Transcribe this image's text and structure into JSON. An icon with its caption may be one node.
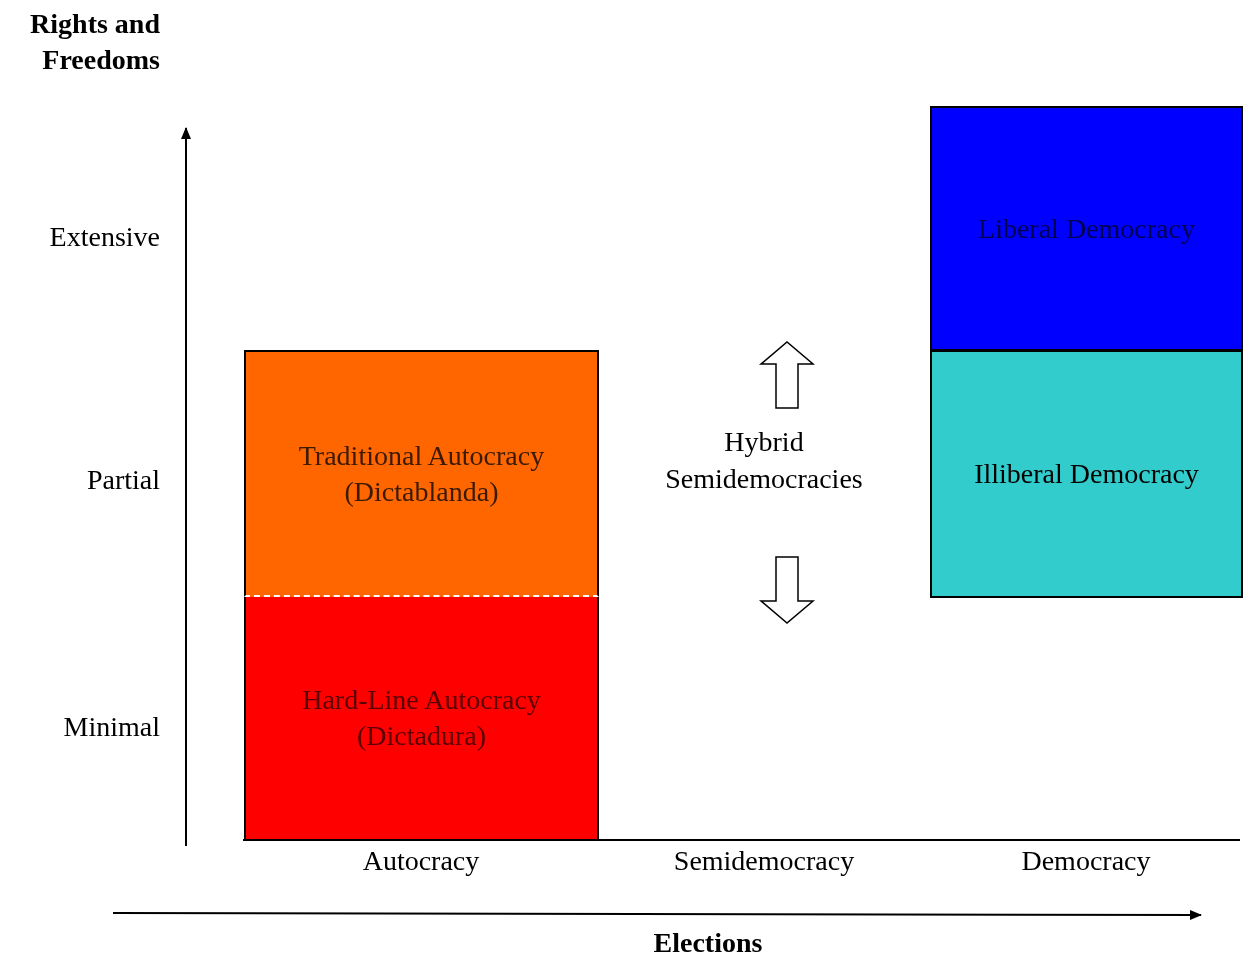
{
  "diagram": {
    "nodes": [
      {
        "text": [
          "Traditional Autocracy (Dictablanda)"
        ]
      },
      {
        "text": [
          "Hard-Line Autocracy (Dictadura)"
        ]
      },
      {
        "text": [
          "Liberal Democracy"
        ]
      },
      {
        "text": [
          "Illiberal Democracy"
        ]
      }
    ],
    "edges": [],
    "labels": [
      "Rights and Freedoms",
      "Extensive",
      "Hybrid Semidemocracies",
      "Partial",
      "Minimal",
      "Autocracy",
      "Semidemocracy",
      "Democracy",
      "Elections"
    ]
  }
}
